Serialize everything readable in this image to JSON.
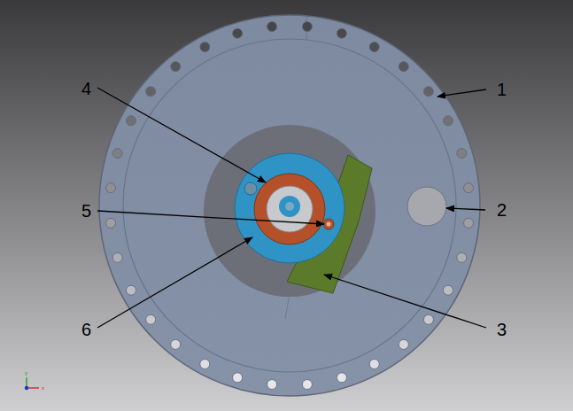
{
  "diagram": {
    "labels": [
      "1",
      "4",
      "5",
      "2",
      "6",
      "3",
      "y",
      "x"
    ]
  }
}
